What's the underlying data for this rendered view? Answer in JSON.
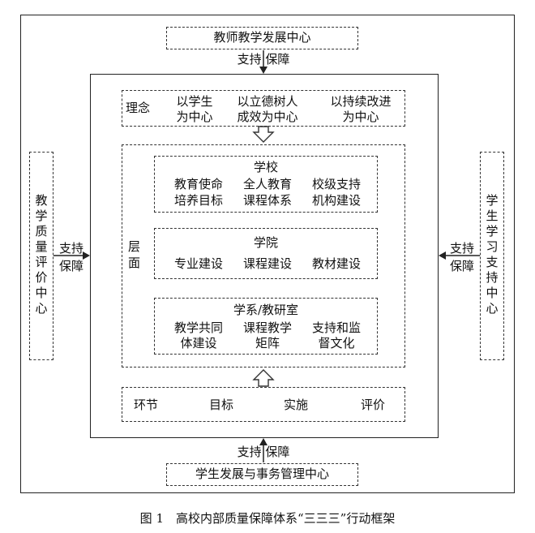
{
  "top_center": "教师教学发展中心",
  "bottom_center": "学生发展与事务管理中心",
  "left_center": "教学质量评价中心",
  "right_center": "学生学习支持中心",
  "support_top": "支持 保障",
  "support_bottom": "支持 保障",
  "support_left": [
    "支持",
    "保障"
  ],
  "support_right": [
    "支持",
    "保障"
  ],
  "concept": {
    "label": "理念",
    "items": [
      [
        "以学生",
        "为中心"
      ],
      [
        "以立德树人",
        "成效为中心"
      ],
      [
        "以持续改进",
        "为中心"
      ]
    ]
  },
  "levels": {
    "label": "层面",
    "school": {
      "title": "学校",
      "rows": [
        [
          "教育使命",
          "全人教育",
          "校级支持"
        ],
        [
          "培养目标",
          "课程体系",
          "机构建设"
        ]
      ]
    },
    "college": {
      "title": "学院",
      "items": [
        "专业建设",
        "课程建设",
        "教材建设"
      ]
    },
    "dept": {
      "title": "学系/教研室",
      "items": [
        [
          "教学共同",
          "体建设"
        ],
        [
          "课程教学",
          "矩阵"
        ],
        [
          "支持和监",
          "督文化"
        ]
      ]
    }
  },
  "links": {
    "items": [
      "环节",
      "目标",
      "实施",
      "评价"
    ]
  },
  "caption": "图 1　高校内部质量保障体系“三三三”行动框架"
}
